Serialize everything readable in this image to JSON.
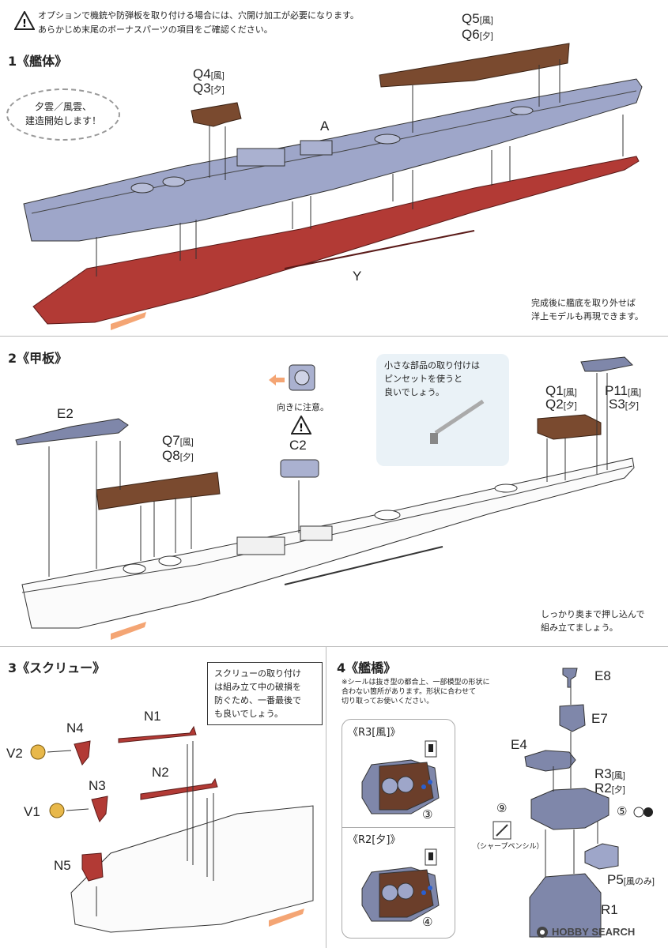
{
  "header": {
    "warning_line1": "オプションで機銃や防弾板を取り付ける場合には、穴開け加工が必要になります。",
    "warning_line2": "あらかじめ末尾のボーナスパーツの項目をご確認ください。"
  },
  "step1": {
    "title": "1《艦体》",
    "bubble": "夕雲／風雲、\n建造開始します！",
    "q5": "Q5",
    "q5_note": "[風]",
    "q6": "Q6",
    "q6_note": "[夕]",
    "q4": "Q4",
    "q4_note": "[風]",
    "q3": "Q3",
    "q3_note": "[夕]",
    "label_a": "A",
    "label_y": "Y",
    "note": "完成後に艦底を取り外せば\n洋上モデルも再現できます。"
  },
  "step2": {
    "title": "2《甲板》",
    "e2": "E2",
    "direction_note": "向きに注意。",
    "c2": "C2",
    "q7": "Q7",
    "q7_note": "[風]",
    "q8": "Q8",
    "q8_note": "[夕]",
    "tip": "小さな部品の取り付けは\nピンセットを使うと\n良いでしょう。",
    "q1": "Q1",
    "q1_note": "[風]",
    "q2": "Q2",
    "q2_note": "[夕]",
    "p11": "P11",
    "p11_note": "[風]",
    "s3": "S3",
    "s3_note": "[夕]",
    "note": "しっかり奥まで押し込んで\n組み立てましょう。"
  },
  "step3": {
    "title": "3《スクリュー》",
    "note": "スクリューの取り付け\nは組み立て中の破損を\n防ぐため、一番最後で\nも良いでしょう。",
    "n1": "N1",
    "n2": "N2",
    "n3": "N3",
    "n4": "N4",
    "n5": "N5",
    "v1": "V1",
    "v2": "V2"
  },
  "step4": {
    "title": "4《艦橋》",
    "note": "※シールは抜き型の都合上、一部模型の形状に\n合わない箇所があります。形状に合わせて\n切り取ってお使いください。",
    "r3_panel": "《R3[風]》",
    "r2_panel": "《R2[夕]》",
    "circle3": "③",
    "circle4": "④",
    "e8": "E8",
    "e7": "E7",
    "e4": "E4",
    "r3": "R3",
    "r3_note": "[風]",
    "r2": "R2",
    "r2_note": "[夕]",
    "circle9": "⑨",
    "circle5": "⑤",
    "pencil": "（シャープペンシル）",
    "p5": "P5",
    "p5_note": "[風のみ]",
    "r1": "R1"
  },
  "footer": {
    "watermark": "HOBBY SEARCH"
  },
  "colors": {
    "hull_grey": "#9ea6c9",
    "hull_red": "#b23a35",
    "deck_brown": "#7a4a2f",
    "arrow_orange": "#f4a574",
    "tip_blue": "#eaf2f7"
  }
}
